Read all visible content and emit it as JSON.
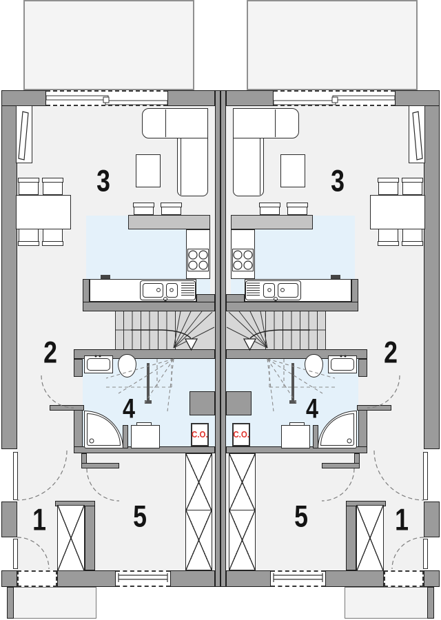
{
  "title": "",
  "units": [
    {
      "side": "left",
      "room_entry_vestibule": "1",
      "room_hall": "2",
      "room_living_kitchen": "3",
      "room_bathroom": "4",
      "room_rear_hall": "5",
      "boiler_label": "C.O."
    },
    {
      "side": "right",
      "room_entry_vestibule": "1",
      "room_hall": "2",
      "room_living_kitchen": "3",
      "room_bathroom": "4",
      "room_rear_hall": "5",
      "boiler_label": "C.O."
    }
  ],
  "icons": {
    "stairs_arrow": "triangle-down"
  },
  "colors": {
    "wall": "#9b9b9b",
    "wall_line": "#1f1f1f",
    "floor": "#f1f1f1",
    "wet_floor": "#e4f1fa",
    "stairs": "#d7d7d7",
    "bar_counter": "#c4c4c4",
    "boiler_text": "#e0332c",
    "furniture_line": "#2a2a2a"
  }
}
